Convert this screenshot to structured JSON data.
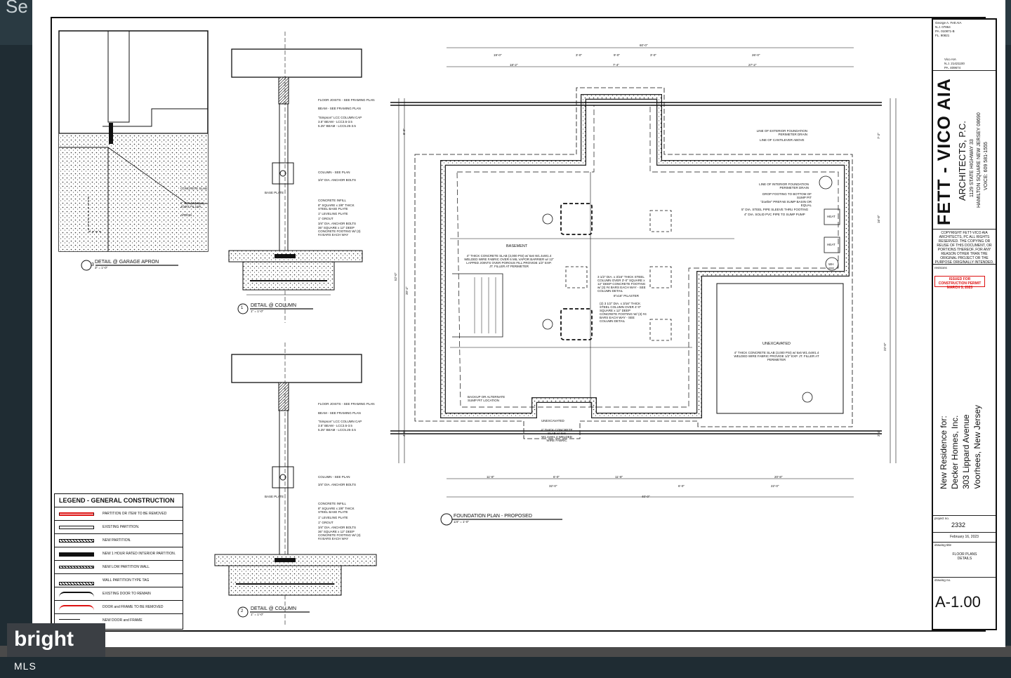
{
  "background": {
    "header_text": "Se"
  },
  "watermark": {
    "brand": "bright",
    "suffix": "MLS"
  },
  "legend": {
    "title": "LEGEND - GENERAL CONSTRUCTION",
    "items": [
      "PARTITION OR ITEM TO BE REMOVED",
      "EXISTING PARTITION.",
      "NEW PARTITION.",
      "NEW 1 HOUR RATED INTERIOR PARTITION.",
      "NEW LOW PARTITION WALL",
      "WALL PARTITION TYPE TAG",
      "EXISTING DOOR TO REMAIN",
      "DOOR and FRAME TO BE REMOVED",
      "NEW DOOR and FRAME"
    ]
  },
  "details": {
    "garage_apron": {
      "num": "3",
      "title": "DETAIL @ GARAGE APRON",
      "scale": "3\" = 1'-0\""
    },
    "column1": {
      "num": "1",
      "title": "DETAIL @ COLUMN",
      "scale": "1\" = 1'-0\""
    },
    "column2": {
      "num": "2",
      "title": "DETAIL @ COLUMN",
      "scale": "1\" = 1'-0\""
    },
    "apron_notes": [
      "CONCRETE SLAB",
      "1\" BITUMINOUS JOINT FILLER",
      "APRON"
    ],
    "column_notes": [
      "FLOOR JOISTS - SEE FRAMING PLAN",
      "BEAM - SEE FRAMING PLAN",
      "\"Simpson\" LCC COLUMN CAP",
      "3.5\" BEAM - LCC3.5-3.5",
      "5.25\" BEAM - LCC5.25-3.5",
      "COLUMN - SEE PLAN",
      "3/4\" DIA. ANCHOR BOLTS",
      "BASE PLATE",
      "CONCRETE INFILL",
      "8\" SQUARE x 3/8\" THICK STEEL BASE PLATE",
      "1\" LEVELING PLATE",
      "1\" GROUT",
      "3/4\" DIA. ANCHOR BOLTS",
      "36\" SQUARE x 12\" DEEP CONCRETE FOOTING W/ (3) #4 BARS EACH WAY"
    ]
  },
  "plan": {
    "title": "FOUNDATION PLAN - PROPOSED",
    "scale": "1/4\" = 1'-0\"",
    "dims_top": [
      "60'-0\"",
      "19'-0\"",
      "3'-0\"",
      "9'-0\"",
      "3'-0\"",
      "26'-0\"",
      "18'-2\"",
      "7'-4\"",
      "27'-2\""
    ],
    "dims_bottom": [
      "11'-8\"",
      "6'-0\"",
      "11'-8\"",
      "20'-8\"",
      "32'-0\"",
      "6'-0\"",
      "22'-0\"",
      "40'-0\""
    ],
    "dims_side": [
      "52'-0\"",
      "39'-4\"",
      "8'-0\"",
      "7'-2\"",
      "16'-8\"",
      "22'-0\"",
      "4'-0\"",
      "3'-4\""
    ],
    "basement_note": "4\" THICK CONCRETE SLAB (3,000 PSI) w/ 6x6 W1.4xW1.4 WELDED WIRE FABRIC OVER 6 MIL VAPOR BARRIER w/ 12\" LAPPED JOINTS OVER POROUS FILL PROVIDE 1/2\" EXP. JT. FILLER AT PERIMETER",
    "basement_label": "BASEMENT",
    "unexcavated_label": "UNEXCAVATED",
    "unexcavated_note": "4\" THICK CONCRETE SLAB (3,000 PSI) w/ 6x6 W1.4xW1.4 WELDED WIRE FABRIC PROVIDE 1/2\" EXP. JT. FILLER AT PERIMETER",
    "unexcavated_small": "UNEXCAVATED",
    "unexcavated_small_note": "4\" THICK CONCRETE SLAB w/ 6x6 W1.4xW1.4 WELDED WIRE FABRIC",
    "column_note_1": "3 1/2\" DIA. x 3/16\" THICK STEEL COLUMN OVER 3'-0\" SQUARE x 12\" DEEP CONCRETE FOOTING w/ (3) #4 BARS EACH WAY - SEE COLUMN DETAIL",
    "column_note_2": "(2) 3 1/2\" DIA. x 3/16\" THICK STEEL COLUMN OVER 4'-0\" SQUARE x 12\" DEEP CONCRETE FOOTING W/ (3) #4 BARS EACH WAY - SEE COLUMN DETAIL",
    "pilaster": "8\"x16\" PILASTER",
    "sump_note": "BACKUP OR ALTERNATE SUMP PIT LOCATION",
    "drain_notes": [
      "LINE OF EXTERIOR FOUNDATION PERIMETER DRAIN",
      "LINE OF CANTILEVER ABOVE",
      "LINE OF INTERIOR FOUNDATION PERIMETER DRAIN",
      "DROP FOOTING TO BOTTOM OF SUMP PIT",
      "\"Zoeller\" PREFAB SUMP BASIN OR EQUAL",
      "5\" DIA. STEEL PIPE SLEEVE THRU FOOTING",
      "4\" DIA. SOLID PVC PIPE TO SUMP PUMP"
    ],
    "equipment": [
      "HEAT",
      "HEAT",
      "WH"
    ]
  },
  "titleblock": {
    "architect": [
      "George A. Fett AIA",
      "N.J. 07864",
      "PA. 010871-B",
      "FL. 90821"
    ],
    "architect2": [
      "Vico AIA",
      "N.J. 21421100",
      "PA. 409674"
    ],
    "firm": "FETT - VICO AIA",
    "firm_sub": "ARCHITECTS, P.C.",
    "address1": "1129 STATE HIGHWAY 33",
    "address2": "HAMILTON SQUARE NEW JERSEY 08690",
    "phone": "VOICE: 609 581-1555",
    "copyright": "COPYRIGHT FETT-VICO AIA ARCHITECTS, PC ALL RIGHTS RESERVED. THE COPYING OR REUSE OF THIS DOCUMENT, OR PORTIONS THEREOF, FOR ANY REASON OTHER THAN THE ORIGINAL PROJECT OR THE PURPOSE ORIGINALLY INTENDED, WITHOUT THE WRITTEN PERMISSION OF FETT-VICO AIA ARCHITECTS, PC.",
    "revisions_label": "revisions",
    "issued": "ISSUED FOR CONSTRUCTION PERMIT MARCH 3, 2023",
    "project_label": "New Residence for:",
    "client": "Decker Homes, Inc.",
    "street": "303 Lippard Avenue",
    "city": "Voorhees, New Jersey",
    "project_no_label": "project no.",
    "project_no": "2332",
    "date": "February 16, 2023",
    "drawing_title_label": "drawing title",
    "drawing_title": "FLOOR PLANS DETAILS",
    "drawing_no_label": "drawing no.",
    "drawing_no": "A-1.00"
  }
}
